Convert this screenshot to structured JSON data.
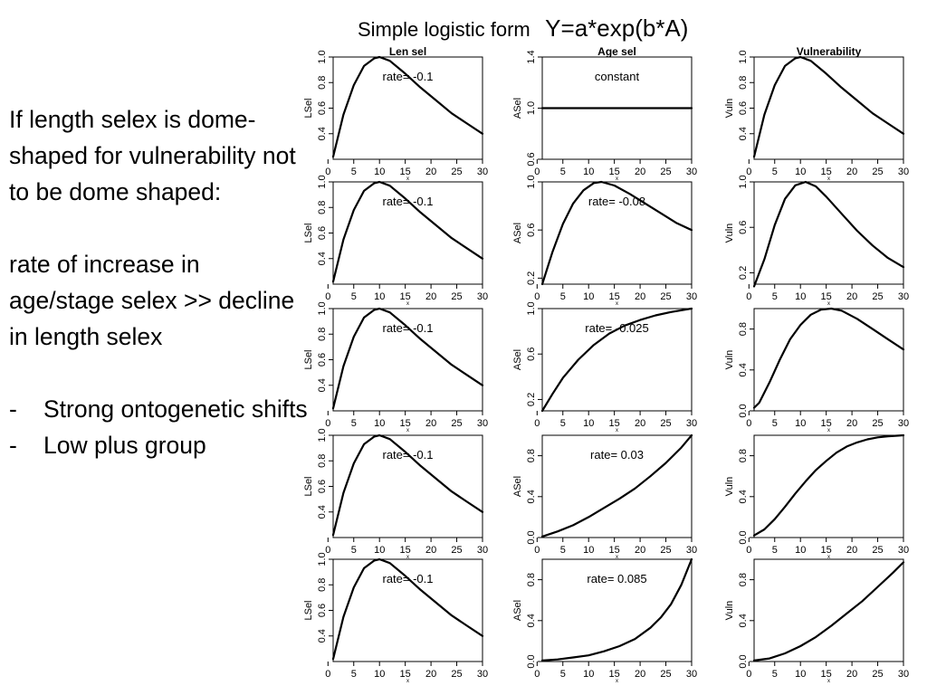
{
  "title": {
    "main": "Simple logistic form",
    "formula": "Y=a*exp(b*A)"
  },
  "left_text": {
    "paragraphs": [
      "If length selex is dome-shaped for vulnerability not to be dome shaped:",
      "rate of increase in age/stage selex >> decline in length selex"
    ],
    "bullets": [
      {
        "dash": "-",
        "text": "Strong ontogenetic shifts"
      },
      {
        "dash": "-",
        "text": "Low plus group"
      }
    ]
  },
  "colors": {
    "line": "#000000",
    "axis": "#000000",
    "background": "#ffffff"
  },
  "chart_data": [
    {
      "type": "line",
      "row": 0,
      "col": 0,
      "title": "Len sel",
      "ylabel": "LSel",
      "xlabel": "x",
      "annotation": "rate= -0.1",
      "xlim": [
        1,
        30
      ],
      "ylim": [
        0.2,
        1.0
      ],
      "yticks": [
        "0.4",
        "0.6",
        "0.8",
        "1.0"
      ],
      "yticks_values": [
        0.4,
        0.6,
        0.8,
        1.0
      ],
      "xticks": [
        "0",
        "5",
        "10",
        "15",
        "20",
        "25",
        "30"
      ],
      "series": [
        {
          "x": [
            1,
            3,
            5,
            7,
            9,
            10,
            12,
            15,
            18,
            21,
            24,
            27,
            30
          ],
          "values": [
            0.22,
            0.55,
            0.78,
            0.93,
            0.99,
            1.0,
            0.97,
            0.87,
            0.76,
            0.66,
            0.56,
            0.48,
            0.4
          ]
        }
      ]
    },
    {
      "type": "line",
      "row": 0,
      "col": 1,
      "title": "Age sel",
      "ylabel": "ASel",
      "xlabel": "x",
      "annotation": "constant",
      "xlim": [
        1,
        30
      ],
      "ylim": [
        0.6,
        1.4
      ],
      "yticks": [
        "0.6",
        "1.0",
        "1.4"
      ],
      "yticks_values": [
        0.6,
        1.0,
        1.4
      ],
      "xticks": [
        "0",
        "5",
        "10",
        "15",
        "20",
        "25",
        "30"
      ],
      "series": [
        {
          "x": [
            1,
            30
          ],
          "values": [
            1.0,
            1.0
          ]
        }
      ]
    },
    {
      "type": "line",
      "row": 0,
      "col": 2,
      "title": "Vulnerability",
      "ylabel": "Vuln",
      "xlabel": "x",
      "annotation": "",
      "xlim": [
        1,
        30
      ],
      "ylim": [
        0.2,
        1.0
      ],
      "yticks": [
        "0.4",
        "0.6",
        "0.8",
        "1.0"
      ],
      "yticks_values": [
        0.4,
        0.6,
        0.8,
        1.0
      ],
      "xticks": [
        "0",
        "5",
        "10",
        "15",
        "20",
        "25",
        "30"
      ],
      "series": [
        {
          "x": [
            1,
            3,
            5,
            7,
            9,
            10,
            12,
            15,
            18,
            21,
            24,
            27,
            30
          ],
          "values": [
            0.22,
            0.55,
            0.78,
            0.93,
            0.99,
            1.0,
            0.97,
            0.87,
            0.76,
            0.66,
            0.56,
            0.48,
            0.4
          ]
        }
      ]
    },
    {
      "type": "line",
      "row": 1,
      "col": 0,
      "title": "",
      "ylabel": "LSel",
      "xlabel": "x",
      "annotation": "rate= -0.1",
      "xlim": [
        1,
        30
      ],
      "ylim": [
        0.2,
        1.0
      ],
      "yticks": [
        "0.4",
        "0.6",
        "0.8",
        "1.0"
      ],
      "yticks_values": [
        0.4,
        0.6,
        0.8,
        1.0
      ],
      "xticks": [
        "0",
        "5",
        "10",
        "15",
        "20",
        "25",
        "30"
      ],
      "series": [
        {
          "x": [
            1,
            3,
            5,
            7,
            9,
            10,
            12,
            15,
            18,
            21,
            24,
            27,
            30
          ],
          "values": [
            0.22,
            0.55,
            0.78,
            0.93,
            0.99,
            1.0,
            0.97,
            0.87,
            0.76,
            0.66,
            0.56,
            0.48,
            0.4
          ]
        }
      ]
    },
    {
      "type": "line",
      "row": 1,
      "col": 1,
      "title": "",
      "ylabel": "ASel",
      "xlabel": "x",
      "annotation": "rate= -0.08",
      "xlim": [
        1,
        30
      ],
      "ylim": [
        0.15,
        1.0
      ],
      "yticks": [
        "0.2",
        "0.6",
        "1.0"
      ],
      "yticks_values": [
        0.2,
        0.6,
        1.0
      ],
      "xticks": [
        "0",
        "5",
        "10",
        "15",
        "20",
        "25",
        "30"
      ],
      "series": [
        {
          "x": [
            1,
            3,
            5,
            7,
            9,
            11,
            12.5,
            15,
            18,
            21,
            24,
            27,
            30
          ],
          "values": [
            0.15,
            0.42,
            0.65,
            0.82,
            0.93,
            0.99,
            1.0,
            0.97,
            0.9,
            0.82,
            0.74,
            0.66,
            0.6
          ]
        }
      ]
    },
    {
      "type": "line",
      "row": 1,
      "col": 2,
      "title": "",
      "ylabel": "Vuln",
      "xlabel": "x",
      "annotation": "",
      "xlim": [
        1,
        30
      ],
      "ylim": [
        0.1,
        1.0
      ],
      "yticks": [
        "0.2",
        "0.6",
        "1.0"
      ],
      "yticks_values": [
        0.2,
        0.6,
        1.0
      ],
      "xticks": [
        "0",
        "5",
        "10",
        "15",
        "20",
        "25",
        "30"
      ],
      "series": [
        {
          "x": [
            1,
            3,
            5,
            7,
            9,
            11,
            13,
            15,
            18,
            21,
            24,
            27,
            30
          ],
          "values": [
            0.08,
            0.32,
            0.62,
            0.85,
            0.97,
            1.0,
            0.96,
            0.87,
            0.72,
            0.57,
            0.44,
            0.33,
            0.25
          ]
        }
      ]
    },
    {
      "type": "line",
      "row": 2,
      "col": 0,
      "title": "",
      "ylabel": "LSel",
      "xlabel": "x",
      "annotation": "rate= -0.1",
      "xlim": [
        1,
        30
      ],
      "ylim": [
        0.2,
        1.0
      ],
      "yticks": [
        "0.4",
        "0.6",
        "0.8",
        "1.0"
      ],
      "yticks_values": [
        0.4,
        0.6,
        0.8,
        1.0
      ],
      "xticks": [
        "0",
        "5",
        "10",
        "15",
        "20",
        "25",
        "30"
      ],
      "series": [
        {
          "x": [
            1,
            3,
            5,
            7,
            9,
            10,
            12,
            15,
            18,
            21,
            24,
            27,
            30
          ],
          "values": [
            0.22,
            0.55,
            0.78,
            0.93,
            0.99,
            1.0,
            0.97,
            0.87,
            0.76,
            0.66,
            0.56,
            0.48,
            0.4
          ]
        }
      ]
    },
    {
      "type": "line",
      "row": 2,
      "col": 1,
      "title": "",
      "ylabel": "ASel",
      "xlabel": "x",
      "annotation": "rate= -0.025",
      "xlim": [
        1,
        30
      ],
      "ylim": [
        0.1,
        1.0
      ],
      "yticks": [
        "0.2",
        "0.6",
        "1.0"
      ],
      "yticks_values": [
        0.2,
        0.6,
        1.0
      ],
      "xticks": [
        "0",
        "5",
        "10",
        "15",
        "20",
        "25",
        "30"
      ],
      "series": [
        {
          "x": [
            1,
            3,
            5,
            8,
            11,
            14,
            17,
            20,
            23,
            26,
            30
          ],
          "values": [
            0.1,
            0.25,
            0.39,
            0.55,
            0.68,
            0.78,
            0.85,
            0.9,
            0.94,
            0.97,
            1.0
          ]
        }
      ]
    },
    {
      "type": "line",
      "row": 2,
      "col": 2,
      "title": "",
      "ylabel": "Vuln",
      "xlabel": "x",
      "annotation": "",
      "xlim": [
        1,
        30
      ],
      "ylim": [
        0.0,
        1.0
      ],
      "yticks": [
        "0.0",
        "0.4",
        "0.8"
      ],
      "yticks_values": [
        0.0,
        0.4,
        0.8
      ],
      "xticks": [
        "0",
        "5",
        "10",
        "15",
        "20",
        "25",
        "30"
      ],
      "series": [
        {
          "x": [
            1,
            2,
            4,
            6,
            8,
            10,
            12,
            14,
            16,
            18,
            21,
            24,
            27,
            30
          ],
          "values": [
            0.03,
            0.08,
            0.28,
            0.5,
            0.7,
            0.84,
            0.94,
            0.99,
            1.0,
            0.98,
            0.9,
            0.8,
            0.7,
            0.6
          ]
        }
      ]
    },
    {
      "type": "line",
      "row": 3,
      "col": 0,
      "title": "",
      "ylabel": "LSel",
      "xlabel": "x",
      "annotation": "rate= -0.1",
      "xlim": [
        1,
        30
      ],
      "ylim": [
        0.2,
        1.0
      ],
      "yticks": [
        "0.4",
        "0.6",
        "0.8",
        "1.0"
      ],
      "yticks_values": [
        0.4,
        0.6,
        0.8,
        1.0
      ],
      "xticks": [
        "0",
        "5",
        "10",
        "15",
        "20",
        "25",
        "30"
      ],
      "series": [
        {
          "x": [
            1,
            3,
            5,
            7,
            9,
            10,
            12,
            15,
            18,
            21,
            24,
            27,
            30
          ],
          "values": [
            0.22,
            0.55,
            0.78,
            0.93,
            0.99,
            1.0,
            0.97,
            0.87,
            0.76,
            0.66,
            0.56,
            0.48,
            0.4
          ]
        }
      ]
    },
    {
      "type": "line",
      "row": 3,
      "col": 1,
      "title": "",
      "ylabel": "ASel",
      "xlabel": "x",
      "annotation": "rate= 0.03",
      "xlim": [
        1,
        30
      ],
      "ylim": [
        0.0,
        1.0
      ],
      "yticks": [
        "0.0",
        "0.4",
        "0.8"
      ],
      "yticks_values": [
        0.0,
        0.4,
        0.8
      ],
      "xticks": [
        "0",
        "5",
        "10",
        "15",
        "20",
        "25",
        "30"
      ],
      "series": [
        {
          "x": [
            1,
            4,
            7,
            10,
            13,
            16,
            19,
            22,
            25,
            28,
            30
          ],
          "values": [
            0.01,
            0.06,
            0.12,
            0.2,
            0.29,
            0.38,
            0.48,
            0.6,
            0.73,
            0.88,
            1.0
          ]
        }
      ]
    },
    {
      "type": "line",
      "row": 3,
      "col": 2,
      "title": "",
      "ylabel": "Vuln",
      "xlabel": "x",
      "annotation": "",
      "xlim": [
        1,
        30
      ],
      "ylim": [
        0.0,
        1.0
      ],
      "yticks": [
        "0.0",
        "0.4",
        "0.8"
      ],
      "yticks_values": [
        0.0,
        0.4,
        0.8
      ],
      "xticks": [
        "0",
        "5",
        "10",
        "15",
        "20",
        "25",
        "30"
      ],
      "series": [
        {
          "x": [
            1,
            3,
            5,
            7,
            9,
            11,
            13,
            15,
            17,
            19,
            21,
            23,
            25,
            27,
            30
          ],
          "values": [
            0.02,
            0.08,
            0.18,
            0.3,
            0.43,
            0.55,
            0.66,
            0.75,
            0.83,
            0.89,
            0.93,
            0.96,
            0.98,
            0.99,
            1.0
          ]
        }
      ]
    },
    {
      "type": "line",
      "row": 4,
      "col": 0,
      "title": "",
      "ylabel": "LSel",
      "xlabel": "x",
      "annotation": "rate= -0.1",
      "xlim": [
        1,
        30
      ],
      "ylim": [
        0.2,
        1.0
      ],
      "yticks": [
        "0.4",
        "0.6",
        "0.8",
        "1.0"
      ],
      "yticks_values": [
        0.4,
        0.6,
        0.8,
        1.0
      ],
      "xticks": [
        "0",
        "5",
        "10",
        "15",
        "20",
        "25",
        "30"
      ],
      "series": [
        {
          "x": [
            1,
            3,
            5,
            7,
            9,
            10,
            12,
            15,
            18,
            21,
            24,
            27,
            30
          ],
          "values": [
            0.22,
            0.55,
            0.78,
            0.93,
            0.99,
            1.0,
            0.97,
            0.87,
            0.76,
            0.66,
            0.56,
            0.48,
            0.4
          ]
        }
      ]
    },
    {
      "type": "line",
      "row": 4,
      "col": 1,
      "title": "",
      "ylabel": "ASel",
      "xlabel": "x",
      "annotation": "rate= 0.085",
      "xlim": [
        1,
        30
      ],
      "ylim": [
        0.0,
        1.0
      ],
      "yticks": [
        "0.0",
        "0.4",
        "0.8"
      ],
      "yticks_values": [
        0.0,
        0.4,
        0.8
      ],
      "xticks": [
        "0",
        "5",
        "10",
        "15",
        "20",
        "25",
        "30"
      ],
      "series": [
        {
          "x": [
            1,
            4,
            7,
            10,
            13,
            16,
            19,
            22,
            24,
            26,
            28,
            30
          ],
          "values": [
            0.01,
            0.02,
            0.04,
            0.06,
            0.1,
            0.15,
            0.22,
            0.33,
            0.43,
            0.56,
            0.75,
            1.0
          ]
        }
      ]
    },
    {
      "type": "line",
      "row": 4,
      "col": 2,
      "title": "",
      "ylabel": "Vuln",
      "xlabel": "x",
      "annotation": "",
      "xlim": [
        1,
        30
      ],
      "ylim": [
        0.0,
        1.0
      ],
      "yticks": [
        "0.0",
        "0.4",
        "0.8"
      ],
      "yticks_values": [
        0.0,
        0.4,
        0.8
      ],
      "xticks": [
        "0",
        "5",
        "10",
        "15",
        "20",
        "25",
        "30"
      ],
      "series": [
        {
          "x": [
            1,
            4,
            7,
            10,
            13,
            16,
            19,
            22,
            25,
            28,
            30
          ],
          "values": [
            0.01,
            0.03,
            0.08,
            0.15,
            0.24,
            0.35,
            0.47,
            0.59,
            0.73,
            0.87,
            0.97
          ]
        }
      ]
    }
  ]
}
